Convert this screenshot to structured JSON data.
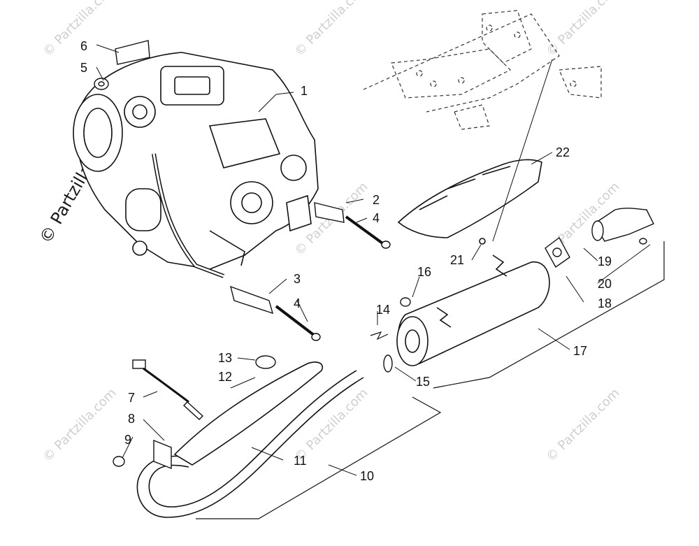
{
  "watermark": {
    "text": "© Partzilla.com",
    "main_text": "© Partzilla.com"
  },
  "callouts": [
    {
      "num": "1"
    },
    {
      "num": "2"
    },
    {
      "num": "3"
    },
    {
      "num": "4"
    },
    {
      "num": "4"
    },
    {
      "num": "5"
    },
    {
      "num": "6"
    },
    {
      "num": "7"
    },
    {
      "num": "8"
    },
    {
      "num": "9"
    },
    {
      "num": "10"
    },
    {
      "num": "11"
    },
    {
      "num": "12"
    },
    {
      "num": "13"
    },
    {
      "num": "14"
    },
    {
      "num": "15"
    },
    {
      "num": "16"
    },
    {
      "num": "17"
    },
    {
      "num": "18"
    },
    {
      "num": "19"
    },
    {
      "num": "20"
    },
    {
      "num": "21"
    },
    {
      "num": "22"
    }
  ]
}
